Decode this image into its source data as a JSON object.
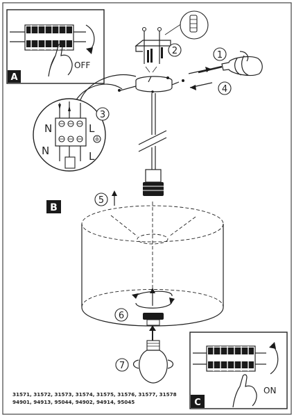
{
  "panels": {
    "a": {
      "letter": "A",
      "off_label": "OFF"
    },
    "b": {
      "letter": "B"
    },
    "c": {
      "letter": "C",
      "on_label": "ON"
    }
  },
  "steps": [
    "1",
    "2",
    "3",
    "4",
    "5",
    "6",
    "7"
  ],
  "terminal_labels": {
    "n_top": "N",
    "l_top": "L",
    "n_bottom": "N",
    "l_bottom": "L"
  },
  "model_numbers": {
    "line1": "31571, 31572, 31573, 31574, 31575, 31576, 31577, 31578",
    "line2": "94901, 94913, 95044, 94902, 94914, 95045"
  }
}
